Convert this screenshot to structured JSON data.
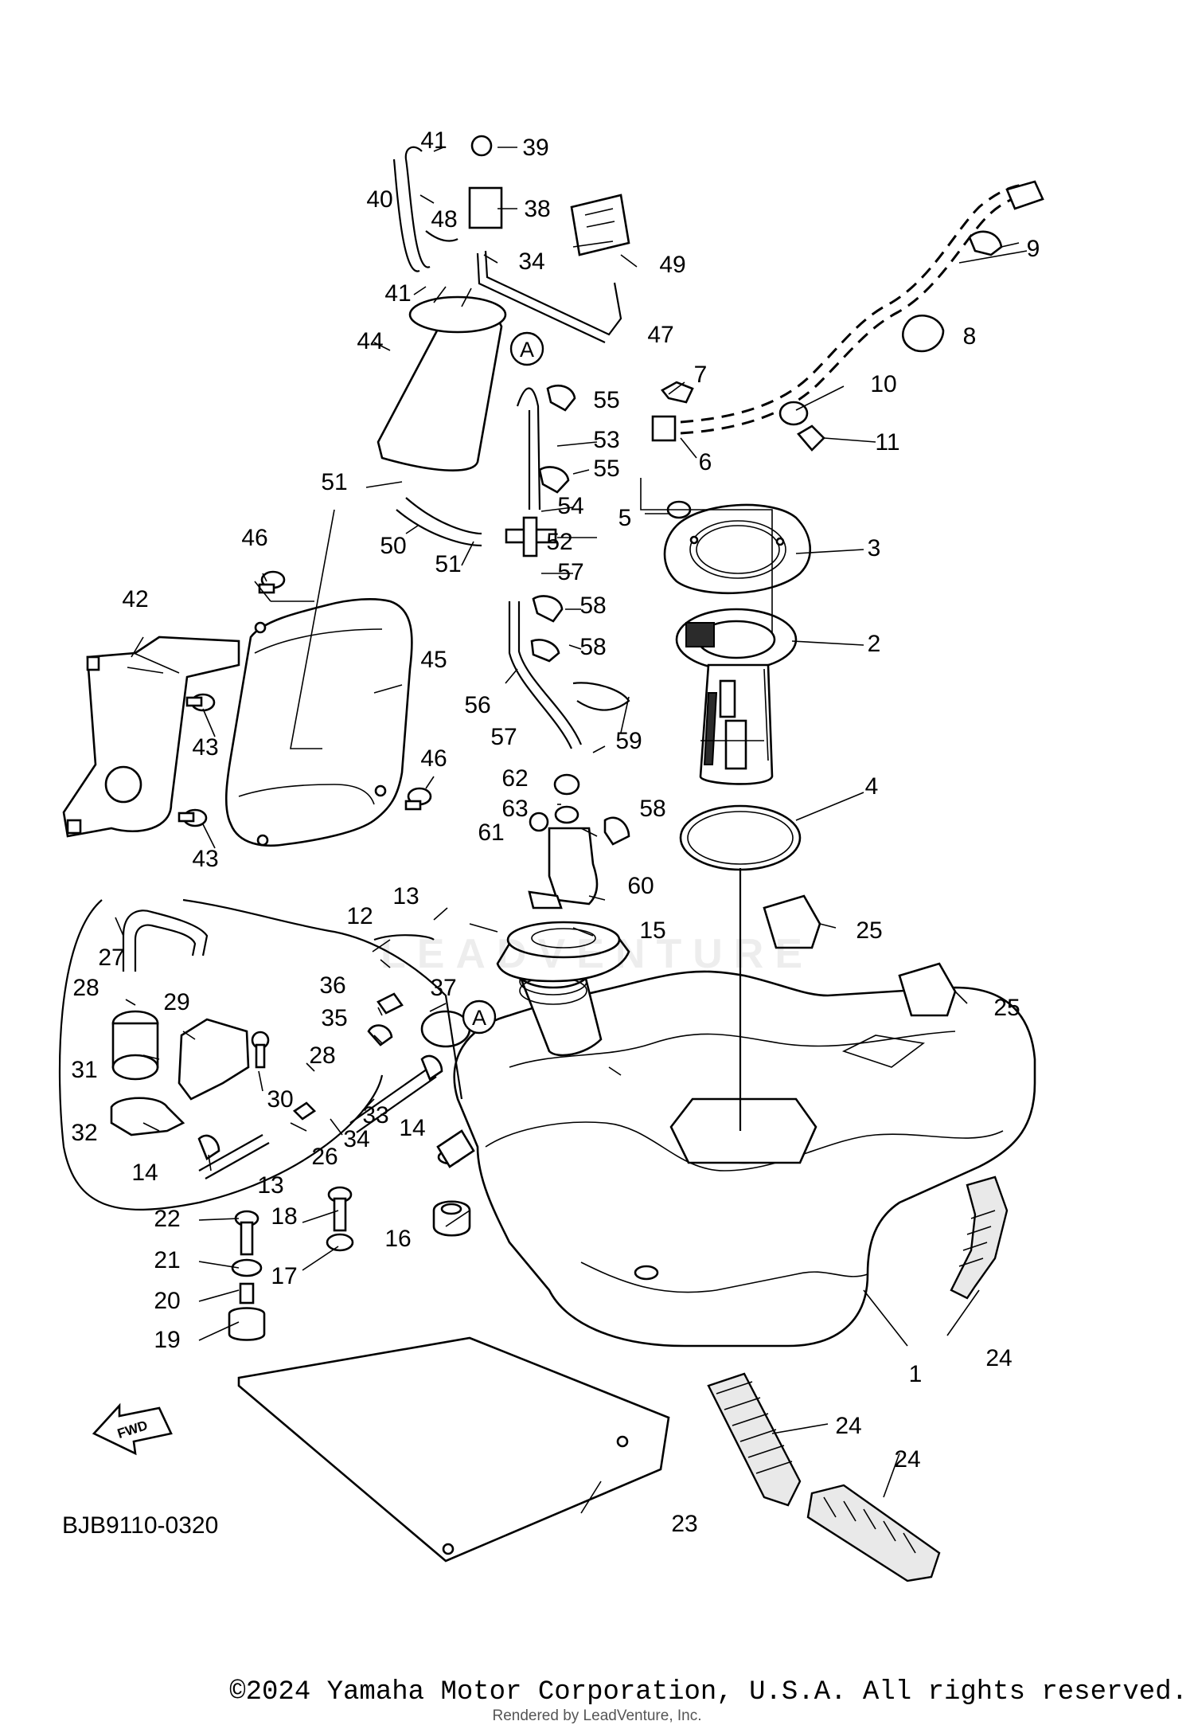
{
  "diagram_code": "BJB9110-0320",
  "copyright": "©2024 Yamaha Motor Corporation, U.S.A. All rights reserved.",
  "rendered_by": "Rendered by LeadVenture, Inc.",
  "watermark": "LEADVENTURE",
  "fwd_label": "FWD",
  "ref_marker": "A",
  "callouts": [
    {
      "label": "1"
    },
    {
      "label": "2"
    },
    {
      "label": "3"
    },
    {
      "label": "4"
    },
    {
      "label": "5"
    },
    {
      "label": "6"
    },
    {
      "label": "7"
    },
    {
      "label": "8"
    },
    {
      "label": "9"
    },
    {
      "label": "10"
    },
    {
      "label": "11"
    },
    {
      "label": "12"
    },
    {
      "label": "13"
    },
    {
      "label": "13"
    },
    {
      "label": "14"
    },
    {
      "label": "14"
    },
    {
      "label": "15"
    },
    {
      "label": "16"
    },
    {
      "label": "17"
    },
    {
      "label": "18"
    },
    {
      "label": "19"
    },
    {
      "label": "20"
    },
    {
      "label": "21"
    },
    {
      "label": "22"
    },
    {
      "label": "23"
    },
    {
      "label": "24"
    },
    {
      "label": "24"
    },
    {
      "label": "24"
    },
    {
      "label": "25"
    },
    {
      "label": "25"
    },
    {
      "label": "26"
    },
    {
      "label": "27"
    },
    {
      "label": "28"
    },
    {
      "label": "28"
    },
    {
      "label": "29"
    },
    {
      "label": "30"
    },
    {
      "label": "31"
    },
    {
      "label": "32"
    },
    {
      "label": "33"
    },
    {
      "label": "34"
    },
    {
      "label": "34"
    },
    {
      "label": "35"
    },
    {
      "label": "36"
    },
    {
      "label": "37"
    },
    {
      "label": "38"
    },
    {
      "label": "39"
    },
    {
      "label": "40"
    },
    {
      "label": "41"
    },
    {
      "label": "41"
    },
    {
      "label": "42"
    },
    {
      "label": "43"
    },
    {
      "label": "43"
    },
    {
      "label": "44"
    },
    {
      "label": "45"
    },
    {
      "label": "46"
    },
    {
      "label": "46"
    },
    {
      "label": "47"
    },
    {
      "label": "48"
    },
    {
      "label": "49"
    },
    {
      "label": "50"
    },
    {
      "label": "51"
    },
    {
      "label": "51"
    },
    {
      "label": "52"
    },
    {
      "label": "53"
    },
    {
      "label": "54"
    },
    {
      "label": "55"
    },
    {
      "label": "55"
    },
    {
      "label": "56"
    },
    {
      "label": "57"
    },
    {
      "label": "57"
    },
    {
      "label": "58"
    },
    {
      "label": "58"
    },
    {
      "label": "58"
    },
    {
      "label": "59"
    },
    {
      "label": "60"
    },
    {
      "label": "61"
    },
    {
      "label": "62"
    },
    {
      "label": "63"
    }
  ]
}
